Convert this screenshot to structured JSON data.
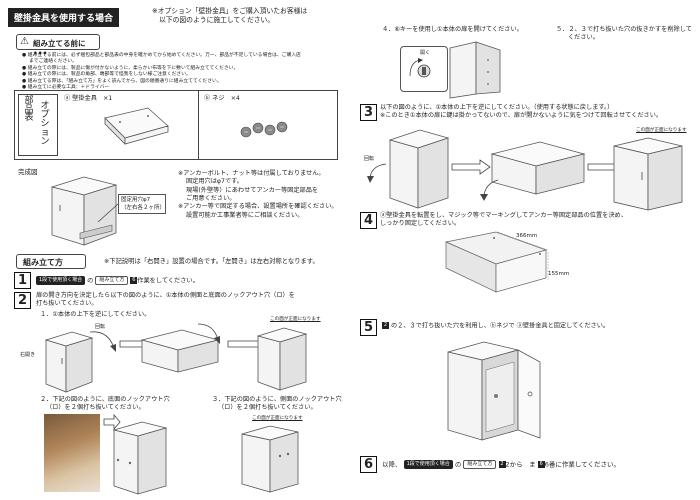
{
  "title": "壁掛金具を使用する場合",
  "option_note": {
    "line1": "※オプション「壁掛金具」をご購入頂いたお客様は",
    "line2": "以下の図のように施工してください。"
  },
  "before_assembly": {
    "heading": "組み立てる前に•••",
    "bullets": [
      "組み立てる前には、必ず梱包部品と部品表の中身を確かめてから始めてください。万一、部品が不足している場合は、ご購入店",
      "までご連絡ください。",
      "組み立ての際には、製品に傷が付かないように、柔らかい布等を下に敷いて組み立ててください。",
      "組み立ての際には、製品の角部、端部等で怪我をしない様ご注意ください。",
      "組み立てる際は、「組み立て方」をよく読んでから、図の順番通りに組み立ててください。",
      "組み立てに必要な工具：＋ドライバー"
    ]
  },
  "parts": {
    "label": "部品表オプション",
    "label_chars": [
      "部",
      "品",
      "表",
      "オ",
      "プ",
      "シ",
      "ョ",
      "ン"
    ],
    "part_a": {
      "name": "壁掛金具",
      "qty": "×1"
    },
    "part_b": {
      "name": "ネジ",
      "qty": "×4"
    }
  },
  "completed": {
    "label": "完成図",
    "fixing_hole": "固定用穴φ7",
    "fixing_hole_sub": "（左右各２ヶ所）"
  },
  "anchor_note": [
    "※アンカーボルト、ナット等は付属しておりません。",
    "固定用穴はφ7です。",
    "現場(外壁等）にあわせてアンカー等固定部品を",
    "ご用意ください。",
    "※アンカー等で固定する場合、設置場所を確認ください。",
    "設置可能か工事業者等にご相談ください。"
  ],
  "assembly": {
    "heading": "組み立て方",
    "note": "※下記説明は「右開き」設置の場合です。「左開き」は左右対称となります。",
    "step1": {
      "num": "1",
      "pill": "1段で使用頂く場合",
      "pill2": "組み立て方",
      "mark": "6",
      "tail": "作業をしてください。"
    },
    "step2": {
      "num": "2",
      "line1": "扉の開き方向を決定したら以下の図のように、①本体の側面と底面のノックアウト穴（ロ）を",
      "line2": "打ち抜いてください。",
      "sub1": "１．①本体の上下を逆にしてください。",
      "rotate": "回転",
      "right_open": "右開き",
      "sub2_line1": "２．下記の図のように、底面のノックアウト穴",
      "sub2_line2": "（ロ）を２個打ち抜いてください。",
      "sub3_line1": "３．下記の図のように、側面のノックアウト穴",
      "sub3_line2": "（ロ）を２個打ち抜いてください。",
      "front_label": "この面が正面になります"
    },
    "step4_5": {
      "sub4": "４．⑥キーを使用し①本体の扉を開けてください。",
      "open": "開く",
      "sub5_line1": "５．２、３で打ち抜いた穴の抜きかすを削除して",
      "sub5_line2": "ください。"
    },
    "step3": {
      "num": "3",
      "line1": "以下の図のように、①本体の上下を逆にしてください。（使用する状態に戻します。）",
      "line2": "※このとき①本体の扉に鍵は掛かってないので、扉が開かないように気をつけて回転させてください。",
      "rotate": "回転",
      "front_label": "この面が正面になります"
    },
    "step4": {
      "num": "4",
      "line1": "ⓐ壁掛金具を転置をし、マジック等でマーキングしてアンカー等固定部品の位置を決め、",
      "line2": "しっかり固定してください。",
      "dim_w": "366mm",
      "dim_h": "155mm"
    },
    "step5": {
      "num": "5",
      "mark": "2",
      "text": "の２、３で打ち抜いた穴を利用し、ⓑネジで ⓐ壁掛金具と固定してください。"
    },
    "step6": {
      "num": "6",
      "lead": "以降、",
      "pill": "1段で使用頂く場合",
      "pill2": "組み立て方",
      "mark1": "2",
      "mid": "2から",
      "mark2": "6",
      "tail": "6番に作業してください。"
    }
  }
}
